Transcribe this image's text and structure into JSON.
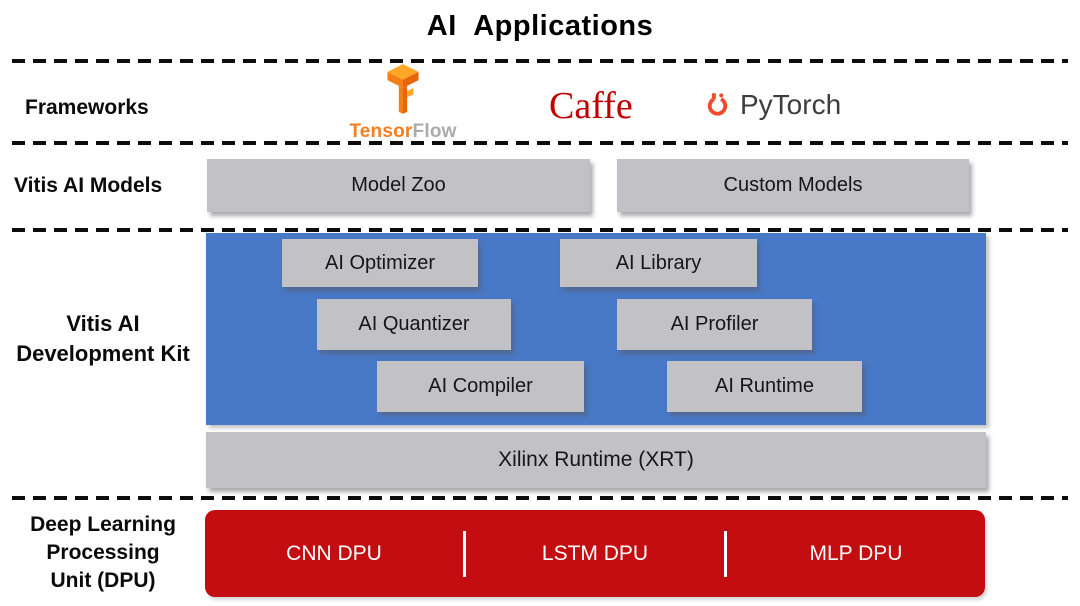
{
  "title": "AI Applications",
  "frameworks": {
    "label": "Frameworks",
    "tensorflow_tensor": "Tensor",
    "tensorflow_flow": "Flow",
    "caffe": "Caffe",
    "pytorch": "PyTorch"
  },
  "models": {
    "label": "Vitis AI Models",
    "model_zoo": "Model Zoo",
    "custom_models": "Custom Models"
  },
  "devkit": {
    "label_line1": "Vitis AI",
    "label_line2": "Development Kit",
    "tools": [
      "AI Optimizer",
      "AI Library",
      "AI Quantizer",
      "AI Profiler",
      "AI Compiler",
      "AI Runtime"
    ],
    "xrt": "Xilinx Runtime (XRT)"
  },
  "dpu": {
    "label_line1": "Deep Learning",
    "label_line2": "Processing",
    "label_line3": "Unit (DPU)",
    "units": [
      "CNN DPU",
      "LSTM DPU",
      "MLP DPU"
    ]
  },
  "colors": {
    "devkit_blue": "#4879C7",
    "box_gray": "#C1C1C6",
    "dpu_red": "#C40D10",
    "caffe_red": "#C00000",
    "tensorflow_orange": "#F57E20",
    "tensorflow_gray": "#ABABAB",
    "pytorch_flame": "#EE4C2C",
    "dash_black": "#0D0D0D"
  }
}
